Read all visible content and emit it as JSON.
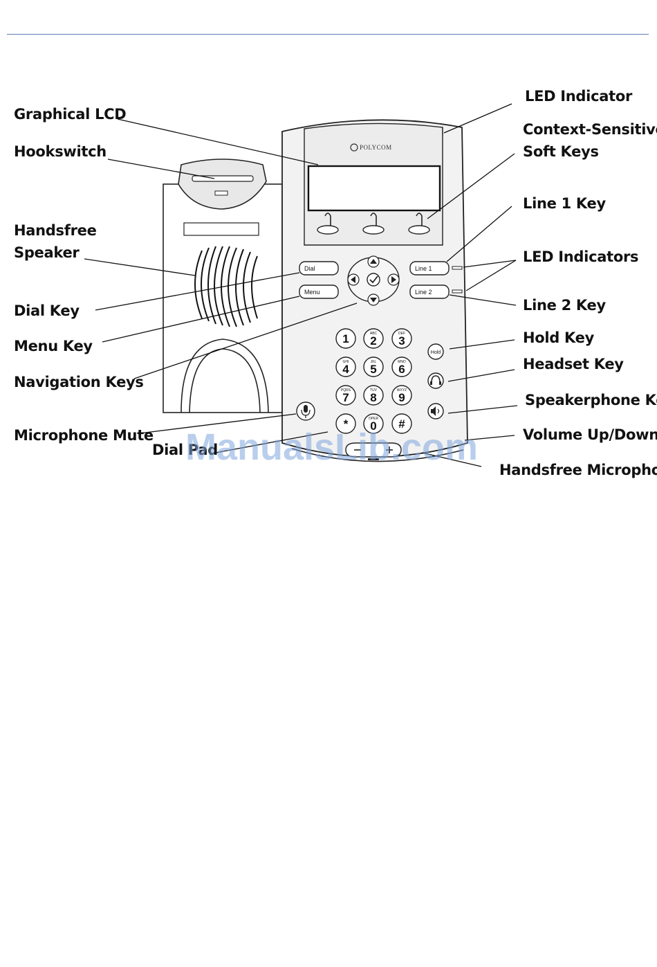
{
  "labels": {
    "graphical_lcd": "Graphical LCD",
    "hookswitch": "Hookswitch",
    "handsfree_speaker_1": "Handsfree",
    "handsfree_speaker_2": "Speaker",
    "dial_key": "Dial Key",
    "menu_key": "Menu Key",
    "navigation_keys": "Navigation Keys",
    "microphone_mute": "Microphone Mute",
    "dial_pad": "Dial Pad",
    "led_indicator": "LED Indicator",
    "soft_keys_1": "Context-Sensitive",
    "soft_keys_2": "Soft Keys",
    "line1_key": "Line 1 Key",
    "led_indicators": "LED Indicators",
    "line2_key": "Line 2 Key",
    "hold_key": "Hold Key",
    "headset_key": "Headset Key",
    "speakerphone_key": "Speakerphone Key",
    "volume": "Volume Up/Down",
    "handsfree_microphone": "Handsfree Microphone"
  },
  "phone": {
    "brand": "POLYCOM",
    "dial_button": "Dial",
    "menu_button": "Menu",
    "line1_button": "Line 1",
    "line2_button": "Line 2",
    "hold_button": "Hold",
    "keypad": [
      {
        "digit": "1",
        "letters": ""
      },
      {
        "digit": "2",
        "letters": "ABC"
      },
      {
        "digit": "3",
        "letters": "DEF"
      },
      {
        "digit": "4",
        "letters": "GHI"
      },
      {
        "digit": "5",
        "letters": "JKL"
      },
      {
        "digit": "6",
        "letters": "MNO"
      },
      {
        "digit": "7",
        "letters": "PQRS"
      },
      {
        "digit": "8",
        "letters": "TUV"
      },
      {
        "digit": "9",
        "letters": "WXYZ"
      },
      {
        "digit": "*",
        "letters": ""
      },
      {
        "digit": "0",
        "letters": "OPER"
      },
      {
        "digit": "#",
        "letters": ""
      }
    ]
  },
  "watermark": "ManualsLib.com"
}
